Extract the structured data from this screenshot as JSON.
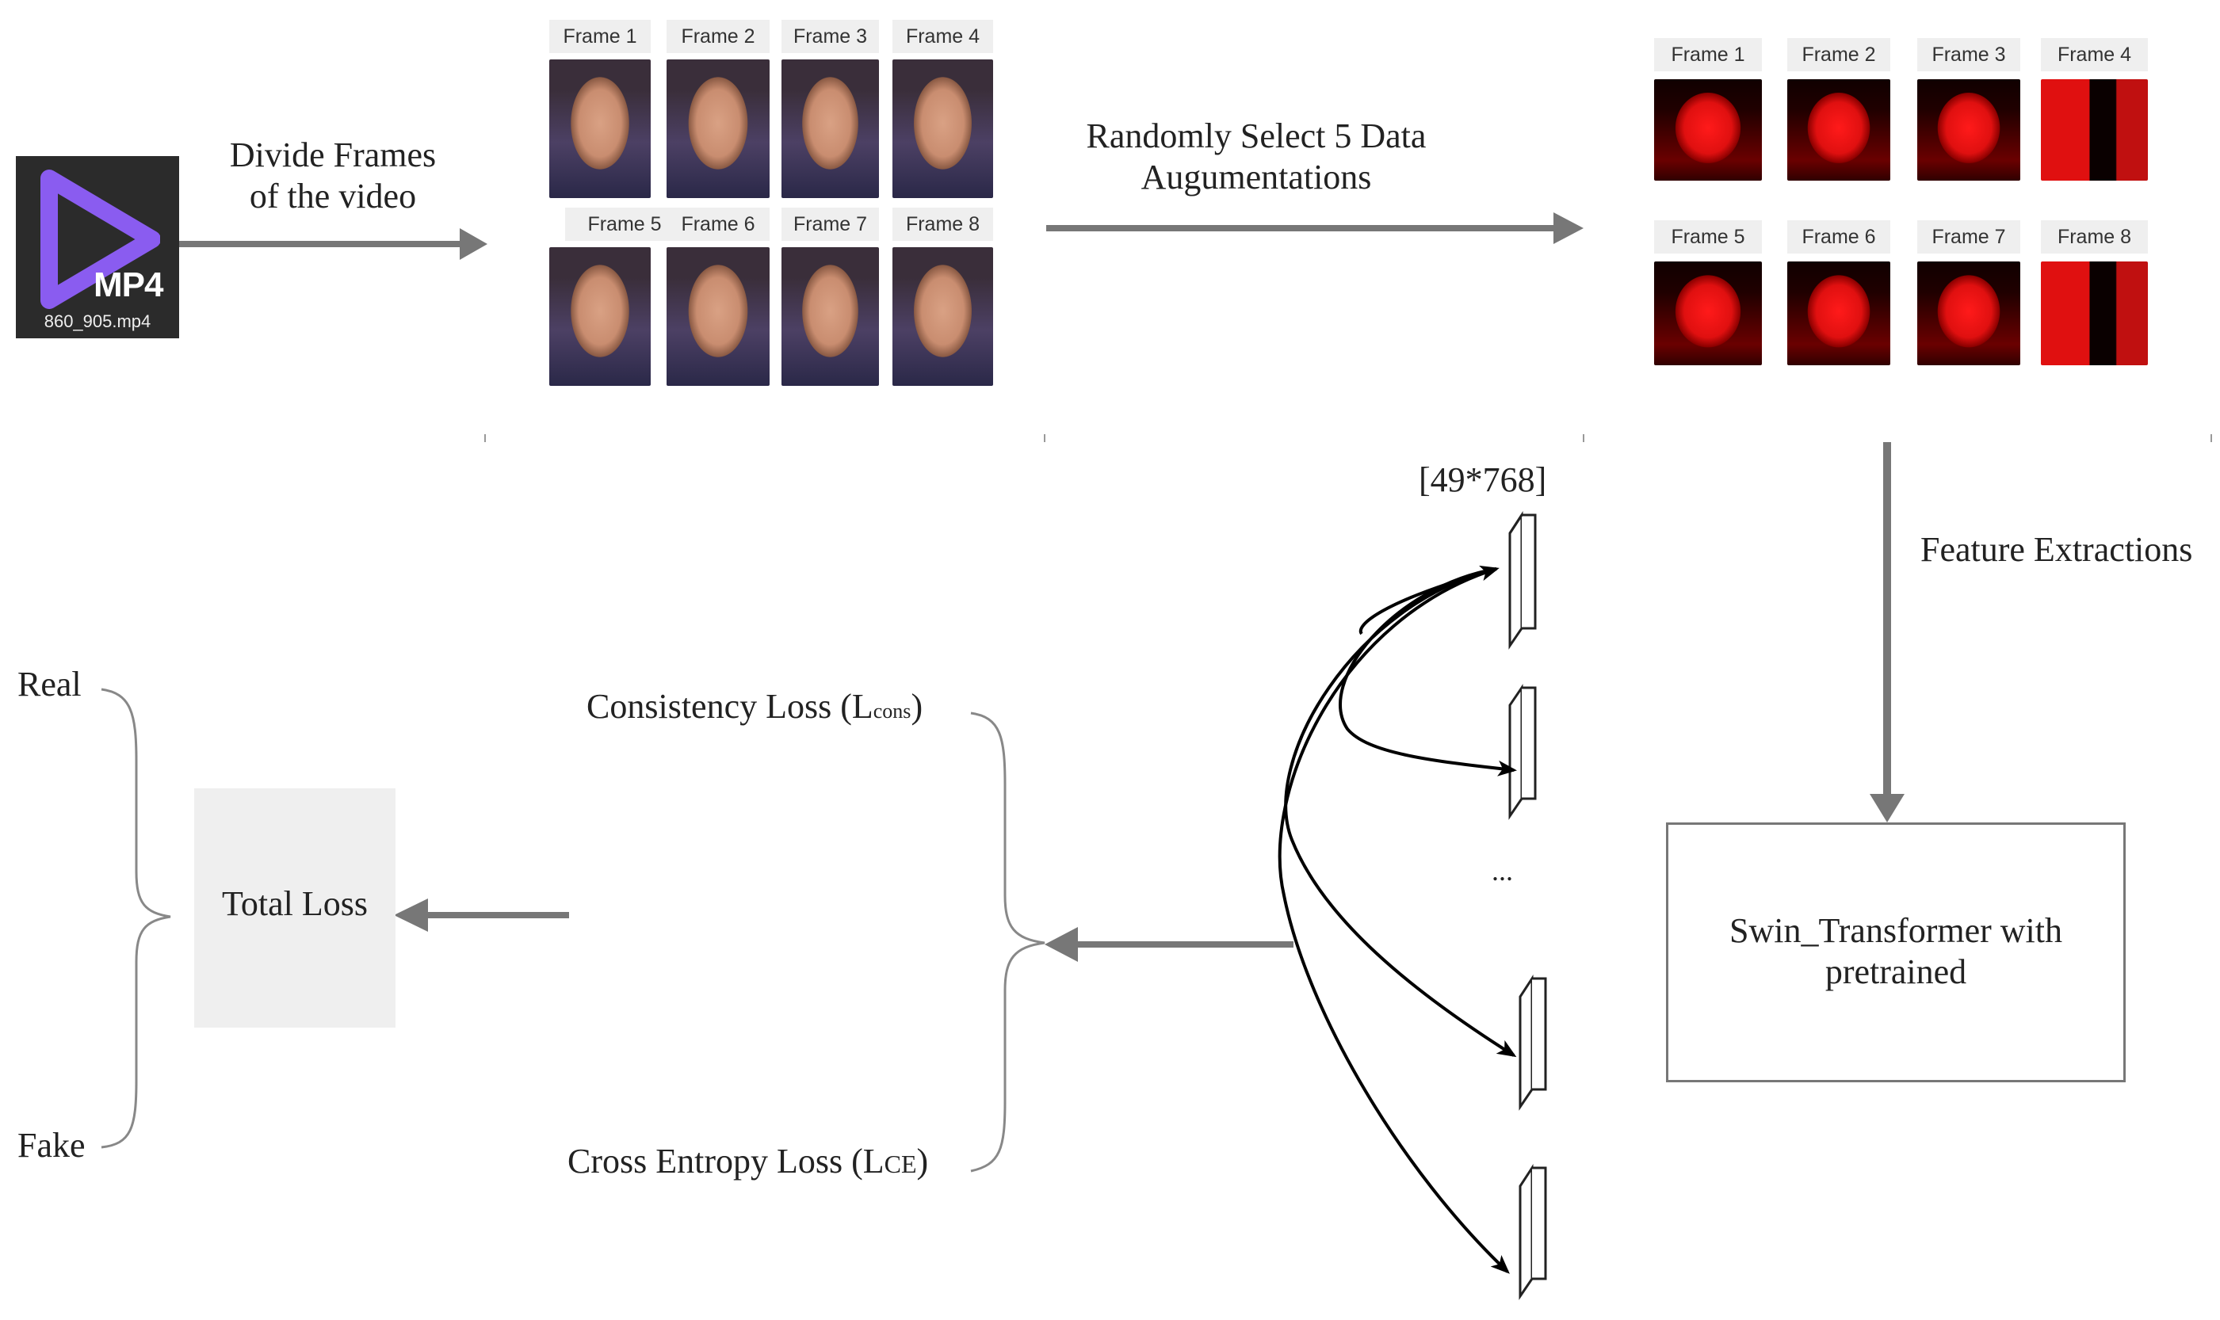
{
  "input": {
    "icon": "play-triangle-icon",
    "badge": "MP4",
    "filename": "860_905.mp4"
  },
  "steps": {
    "divide": "Divide Frames\nof the video",
    "augment": "Randomly Select 5 Data\nAugumentations",
    "feature": "Feature Extractions",
    "feature_dim": "[49*768]",
    "ellipsis": "..."
  },
  "frames_original": [
    "Frame 1",
    "Frame 2",
    "Frame 3",
    "Frame 4",
    "Frame 5",
    "Frame 6",
    "Frame 7",
    "Frame 8"
  ],
  "frames_augmented": [
    "Frame 1",
    "Frame 2",
    "Frame 3",
    "Frame 4",
    "Frame 5",
    "Frame 6",
    "Frame 7",
    "Frame 8"
  ],
  "model": {
    "label": "Swin_Transformer with\npretrained"
  },
  "losses": {
    "consistency": "Consistency Loss (L",
    "consistency_sub": "cons",
    "cross_entropy": "Cross Entropy Loss (L",
    "cross_entropy_sub": "CE",
    "close_paren": ")",
    "total": "Total Loss"
  },
  "outputs": {
    "real": "Real",
    "fake": "Fake"
  },
  "colors": {
    "arrow": "#777777",
    "curve": "#000000"
  }
}
